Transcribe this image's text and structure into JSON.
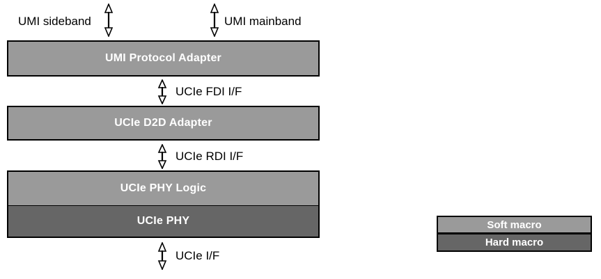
{
  "diagram": {
    "title": "UCIe / UMI protocol stack block diagram",
    "colors": {
      "soft_macro_fill": "#9a9a9a",
      "hard_macro_fill": "#666666",
      "outline": "#000000",
      "box_text": "#ffffff",
      "label_text": "#000000",
      "background": "#ffffff"
    },
    "blocks": [
      {
        "id": "umi-protocol-adapter",
        "label": "UMI Protocol Adapter",
        "macro": "soft"
      },
      {
        "id": "ucie-d2d-adapter",
        "label": "UCIe D2D Adapter",
        "macro": "soft"
      },
      {
        "id": "ucie-phy-logic",
        "label": "UCIe PHY Logic",
        "macro": "soft"
      },
      {
        "id": "ucie-phy",
        "label": "UCIe PHY",
        "macro": "hard"
      }
    ],
    "interface_labels": [
      {
        "id": "umi-sideband",
        "label": "UMI sideband",
        "arrow": "double-headed-vertical"
      },
      {
        "id": "umi-mainband",
        "label": "UMI mainband",
        "arrow": "double-headed-vertical"
      },
      {
        "id": "ucie-fdi-if",
        "label": "UCIe FDI I/F",
        "arrow": "double-headed-vertical"
      },
      {
        "id": "ucie-rdi-if",
        "label": "UCIe RDI I/F",
        "arrow": "double-headed-vertical"
      },
      {
        "id": "ucie-if",
        "label": "UCIe I/F",
        "arrow": "double-headed-vertical"
      }
    ],
    "legend": {
      "items": [
        {
          "id": "soft-macro",
          "label": "Soft macro",
          "macro": "soft"
        },
        {
          "id": "hard-macro",
          "label": "Hard macro",
          "macro": "hard"
        }
      ]
    }
  }
}
